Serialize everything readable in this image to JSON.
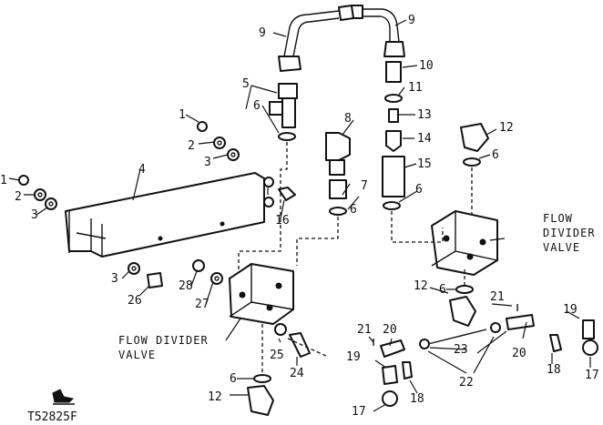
{
  "callouts": {
    "c1a": "1",
    "c1b": "1",
    "c2a": "2",
    "c2b": "2",
    "c3a": "3",
    "c3b": "3",
    "c3c": "3",
    "c4": "4",
    "c5": "5",
    "c6a": "6",
    "c6b": "6",
    "c6c": "6",
    "c6d": "6",
    "c6e": "6",
    "c6f": "6",
    "c7": "7",
    "c8": "8",
    "c9a": "9",
    "c9b": "9",
    "c10": "10",
    "c11": "11",
    "c12a": "12",
    "c12b": "12",
    "c12c": "12",
    "c13": "13",
    "c14": "14",
    "c15": "15",
    "c16": "16",
    "c17a": "17",
    "c17b": "17",
    "c18a": "18",
    "c18b": "18",
    "c19a": "19",
    "c19b": "19",
    "c20a": "20",
    "c20b": "20",
    "c21a": "21",
    "c21b": "21",
    "c22": "22",
    "c23": "23",
    "c24": "24",
    "c25": "25",
    "c26": "26",
    "c27": "27",
    "c28": "28"
  },
  "labels": {
    "valve_right_line1": "FLOW",
    "valve_right_line2": "DIVIDER",
    "valve_right_line3": "VALVE",
    "valve_left_line1": "FLOW DIVIDER",
    "valve_left_line2": "VALVE"
  },
  "figure_id": "T52825F"
}
